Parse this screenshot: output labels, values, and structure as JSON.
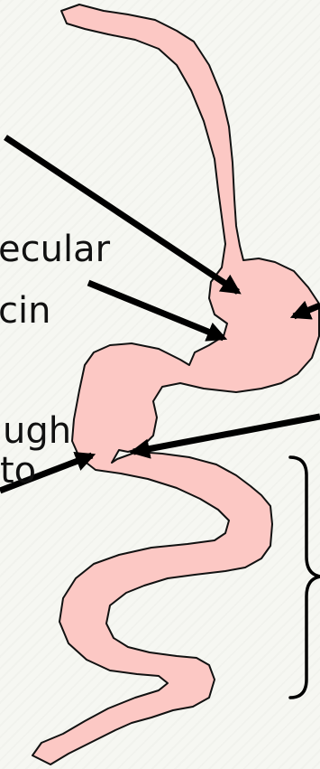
{
  "labels": {
    "line1": "ecular",
    "line2": "cin",
    "line3": "ugh",
    "line4": "to"
  },
  "colors": {
    "organ_fill": "#fcc8c4",
    "outline": "#111111",
    "arrow": "#000000",
    "background": "#f6f7f2"
  }
}
